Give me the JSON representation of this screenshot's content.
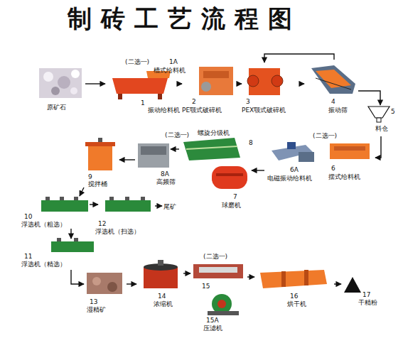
{
  "diagram": {
    "title": "制砖工艺流程图",
    "nodes": [
      {
        "text": [
          "原矿石"
        ]
      },
      {
        "text": [
          "1A",
          "槽式给料机"
        ]
      },
      {
        "text": [
          "1",
          "振动给料机"
        ]
      },
      {
        "text": [
          "2",
          "PE颚式破碎机"
        ]
      },
      {
        "text": [
          "3",
          "PEX颚式破碎机"
        ]
      },
      {
        "text": [
          "4",
          "振动筛"
        ]
      },
      {
        "text": [
          "5",
          "料仓"
        ]
      },
      {
        "text": [
          "6A",
          "电磁振动给料机"
        ]
      },
      {
        "text": [
          "6",
          "摆式给料机"
        ]
      },
      {
        "text": [
          "螺旋分级机"
        ]
      },
      {
        "text": [
          "7",
          "球磨机"
        ]
      },
      {
        "text": [
          "8A",
          "高频筛"
        ]
      },
      {
        "text": [
          "9",
          "搅拌桶"
        ]
      },
      {
        "text": [
          "10",
          "浮选机（粗选）"
        ]
      },
      {
        "text": [
          "12",
          "浮选机（扫选）"
        ]
      },
      {
        "text": [
          "尾矿"
        ]
      },
      {
        "text": [
          "11",
          "浮选机（精选）"
        ]
      },
      {
        "text": [
          "13",
          "湿精矿"
        ]
      },
      {
        "text": [
          "14",
          "浓缩机"
        ]
      },
      {
        "text": [
          "15"
        ]
      },
      {
        "text": [
          "15A",
          "压滤机"
        ]
      },
      {
        "text": [
          "16",
          "烘干机"
        ]
      },
      {
        "text": [
          "17",
          "干精粉"
        ]
      }
    ],
    "edges": [
      {
        "from": 0,
        "to": 2,
        "arrow": "to"
      },
      {
        "from": 2,
        "to": 3,
        "arrow": "to"
      },
      {
        "from": 3,
        "to": 4,
        "arrow": "to"
      },
      {
        "from": 4,
        "to": 5,
        "arrow": "to"
      },
      {
        "from": 5,
        "to": 4,
        "arrow": "to"
      },
      {
        "from": 5,
        "to": 6,
        "arrow": "to"
      },
      {
        "from": 6,
        "to": 8,
        "arrow": "to"
      },
      {
        "from": 7,
        "to": 10,
        "arrow": "to"
      },
      {
        "from": 9,
        "to": 11,
        "arrow": "to"
      },
      {
        "from": 11,
        "to": 12,
        "arrow": "to"
      },
      {
        "from": 12,
        "to": 13,
        "arrow": "to"
      },
      {
        "from": 13,
        "to": 14,
        "arrow": "to"
      },
      {
        "from": 14,
        "to": 15,
        "arrow": "to"
      },
      {
        "from": 13,
        "to": 16,
        "arrow": "to"
      },
      {
        "from": 16,
        "to": 17,
        "arrow": "to"
      },
      {
        "from": 17,
        "to": 18,
        "arrow": "to"
      },
      {
        "from": 18,
        "to": 19,
        "arrow": "to"
      },
      {
        "from": 19,
        "to": 21,
        "arrow": "to"
      },
      {
        "from": 21,
        "to": 22,
        "arrow": "to"
      }
    ],
    "labels": [
      "(二选一)",
      "8",
      "(二选一)",
      "(二选一)",
      "(二选一)"
    ]
  }
}
